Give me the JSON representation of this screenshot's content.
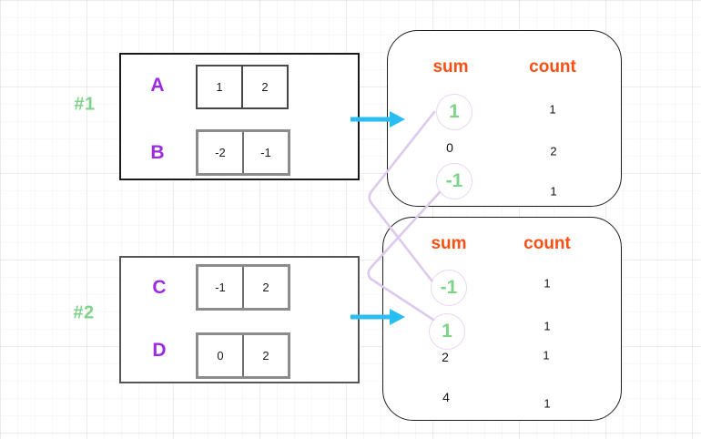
{
  "colors": {
    "green": "#7fd389",
    "orange": "#fb4f14",
    "purple": "#9c2ce0",
    "arrow-blue": "#29bdf2",
    "connector": "#dcc9ec",
    "circle": "#e9d7f2"
  },
  "example1": {
    "label": "#1",
    "arrays": [
      {
        "name": "A",
        "cells": [
          "1",
          "2"
        ]
      },
      {
        "name": "B",
        "cells": [
          "-2",
          "-1"
        ]
      }
    ],
    "table": {
      "sum_header": "sum",
      "count_header": "count",
      "rows": [
        {
          "sum": "1",
          "count": "1",
          "circled": true
        },
        {
          "sum": "0",
          "count": "2",
          "circled": false
        },
        {
          "sum": "-1",
          "count": "1",
          "circled": true
        }
      ]
    }
  },
  "example2": {
    "label": "#2",
    "arrays": [
      {
        "name": "C",
        "cells": [
          "-1",
          "2"
        ]
      },
      {
        "name": "D",
        "cells": [
          "0",
          "2"
        ]
      }
    ],
    "table": {
      "sum_header": "sum",
      "count_header": "count",
      "rows": [
        {
          "sum": "-1",
          "count": "1",
          "circled": true
        },
        {
          "sum": "1",
          "count": "1",
          "circled": true
        },
        {
          "sum": "2",
          "count": "1",
          "circled": false
        },
        {
          "sum": "4",
          "count": "1",
          "circled": false
        }
      ]
    }
  },
  "connections": [
    {
      "from": "example1 sum 1",
      "to": "example2 sum -1"
    },
    {
      "from": "example1 sum -1",
      "to": "example2 sum 1"
    }
  ]
}
